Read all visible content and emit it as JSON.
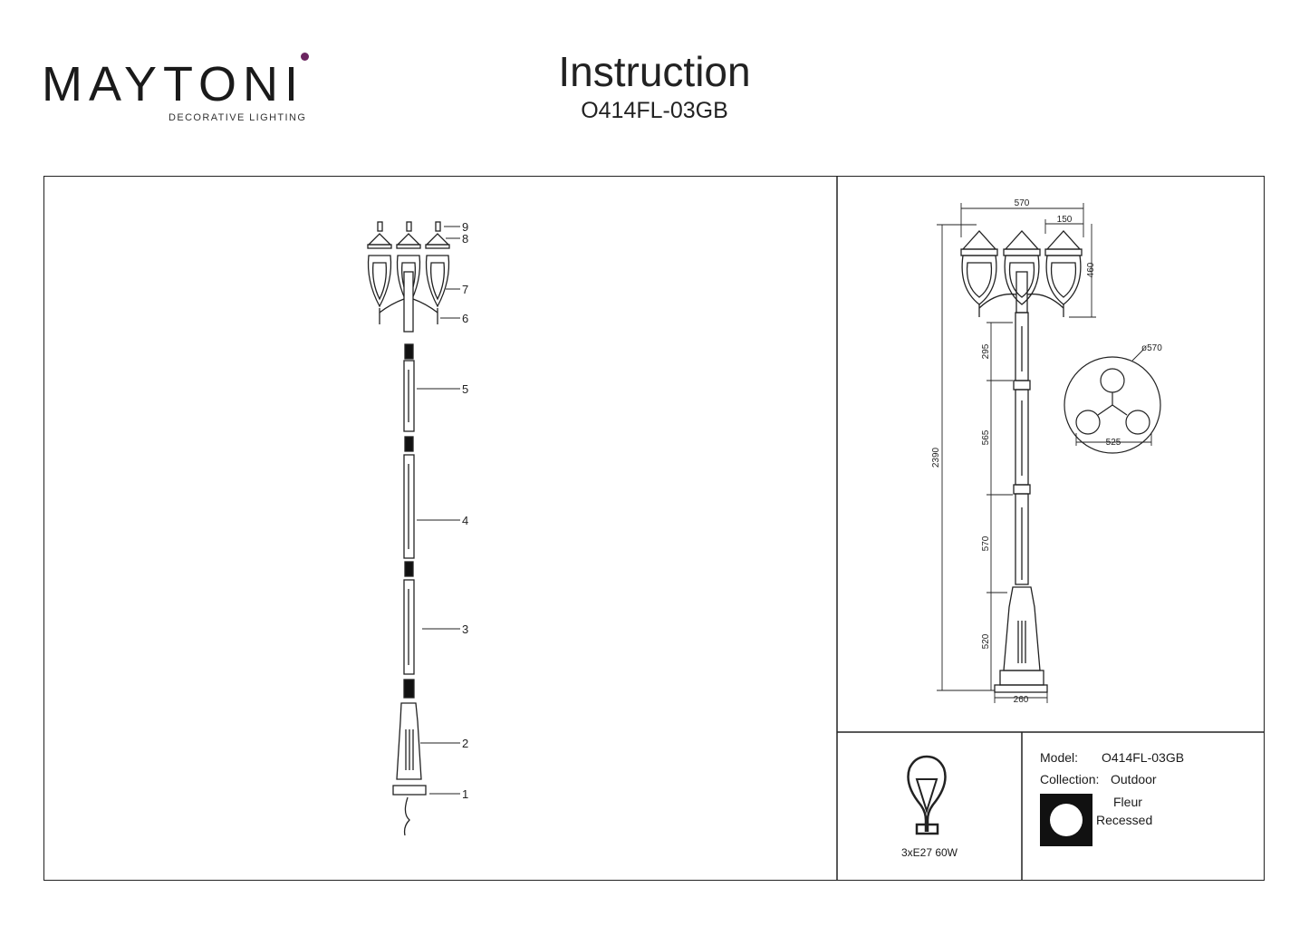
{
  "brand": {
    "name": "MAYTONI",
    "tagline": "DECORATIVE LIGHTING",
    "accent_color": "#6b2560"
  },
  "header": {
    "title": "Instruction",
    "code": "O414FL-03GB"
  },
  "exploded_view": {
    "part_numbers": [
      "9",
      "8",
      "7",
      "6",
      "5",
      "4",
      "3",
      "2",
      "1"
    ]
  },
  "dimensions": {
    "top_width": "570",
    "arm_offset": "150",
    "head_height": "460",
    "overall_height": "2390",
    "segment_1": "295",
    "segment_2": "565",
    "segment_3": "570",
    "segment_4": "520",
    "base_width": "260",
    "plan_diameter": "ø570",
    "plan_width": "525"
  },
  "bulb": {
    "icon": "light-bulb-icon",
    "spec": "3xE27 60W"
  },
  "specs": {
    "model_label": "Model:",
    "model_value": "O414FL-03GB",
    "collection_label": "Collection:",
    "collection_value": "Outdoor",
    "family_name": "Fleur",
    "mount_type": "Recessed",
    "mount_icon": "recessed-mount-icon"
  }
}
